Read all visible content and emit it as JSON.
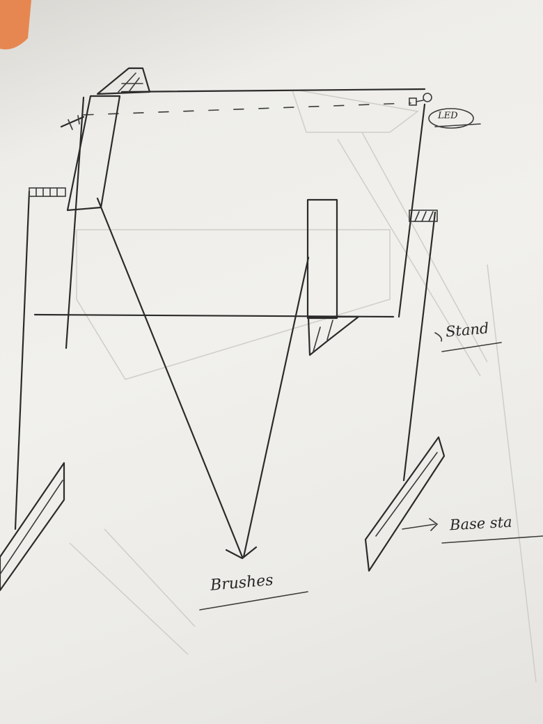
{
  "labels": {
    "led": "LED",
    "stand": "Stand",
    "base_stand": "Base sta",
    "brushes": "Brushes"
  },
  "colors": {
    "paper": "#eeede9",
    "ink": "#2b2b2b",
    "shadow_tab": "#e8783a"
  }
}
